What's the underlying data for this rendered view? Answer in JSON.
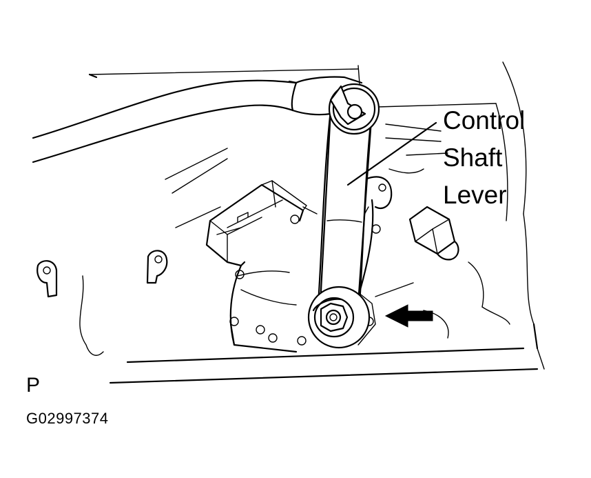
{
  "callout": {
    "line1": "Control",
    "line2": "Shaft",
    "line3": "Lever"
  },
  "view_letter": "P",
  "figure_id": "G02997374",
  "icons": {
    "arrow": "arrow-left-icon"
  }
}
